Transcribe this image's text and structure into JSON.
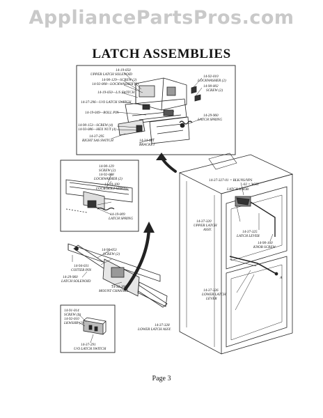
{
  "watermark": "AppliancePartsPros.com",
  "title": "LATCH ASSEMBLIES",
  "footer": "Page 3",
  "labels": {
    "l01": "14-19-050",
    "l02": "UPPER LATCH SOLENOID",
    "l03": "14-90-129—SCREW (2)",
    "l04": "14-92-008—LOCKWASHER (2)",
    "l05": "14-19-050—L/S SWITCH",
    "l06": "14-37-296—U/O LATCH SWITCH",
    "l07": "14-19-049—ROLL PIN",
    "l08": "14-90-153—SCREW (4)",
    "l09": "14-93-086—HEX NUT (4)",
    "l10": "14-37-295",
    "l11": "RIGHT SAS SWITCH",
    "l12": "14-34-601",
    "l13": "BRACKET",
    "l14": "14-92-010",
    "l15": "LOCKWASHER (2)",
    "l16": "14-90-002",
    "l17": "SCREW (2)",
    "l18": "14-29-960",
    "l19": "LATCH SPRING",
    "l20": "14-90-129",
    "l21": "SCREW (2)",
    "l22": "14-92-008",
    "l23": "LOCKWASHER (2)",
    "l24": "14-19-100",
    "l25": "LOCK BOLT SPRING",
    "l26": "14-19-009",
    "l27": "LATCH SPRING",
    "l28": "14-37-327-01 = BLK/NS/NPS",
    "l29": "-02 = WHT",
    "l30": "LATCH KNOB",
    "l31": "14-37-320",
    "l32": "UPPER LATCH",
    "l33": "ASSY.",
    "l34": "14-37-325",
    "l35": "LATCH LEVER",
    "l36": "14-90-160",
    "l37": "KNOB SCREW",
    "l38": "14-90-053",
    "l39": "SCREW (2)",
    "l40": "14-94-031",
    "l41": "COTTER PIN",
    "l42": "14-29-960",
    "l43": "LATCH SOLENOID",
    "l44": "14-32-260",
    "l45": "MOUNT CHANNEL",
    "l46": "14-37-326",
    "l47": "LOWER LATCH",
    "l48": "LEVER",
    "l49": "14-37-328",
    "l50": "LOWER LATCH ASSY.",
    "l51": "14-91-014",
    "l52": "SCREW (2)",
    "l53": "14-92-010",
    "l54": "LKWSHR (2)",
    "l55": "14-37-291",
    "l56": "U/O LATCH SWITCH",
    "l57": "A"
  }
}
